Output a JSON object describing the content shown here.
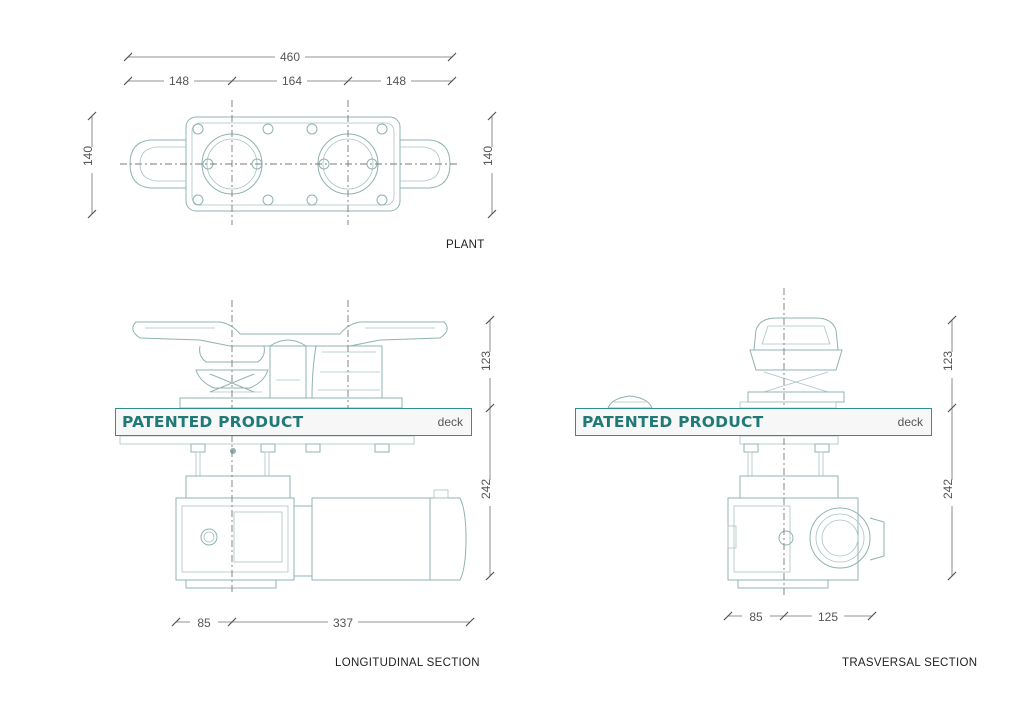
{
  "views": {
    "plant": {
      "title": "PLANT"
    },
    "longitudinal": {
      "title": "LONGITUDINAL SECTION"
    },
    "trasversal": {
      "title": "TRASVERSAL SECTION"
    }
  },
  "banner": {
    "label": "PATENTED PRODUCT",
    "deck_label": "deck"
  },
  "dimensions": {
    "plant": {
      "overall_length": "460",
      "left_segment": "148",
      "middle_segment": "164",
      "right_segment": "148",
      "width_left": "140",
      "width_right": "140"
    },
    "longitudinal": {
      "height_above_deck": "123",
      "height_below_deck": "242",
      "left_offset": "85",
      "motor_length": "337"
    },
    "trasversal": {
      "height_above_deck": "123",
      "height_below_deck": "242",
      "left_offset": "85",
      "right_offset": "125"
    }
  },
  "colors": {
    "drawing_line": "#8fb3b0",
    "brand_teal": "#1f7a77",
    "dimension_text": "#555555"
  }
}
